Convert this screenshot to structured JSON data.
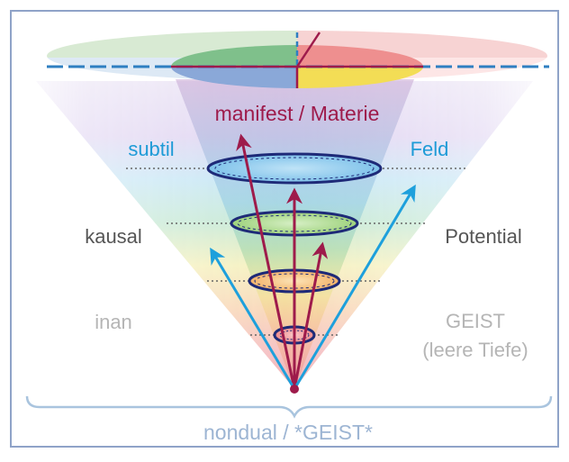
{
  "labels": {
    "manifest": "manifest / Materie",
    "subtil": "subtil",
    "feld": "Feld",
    "kausal": "kausal",
    "potential": "Potential",
    "inan": "inan",
    "geist": "GEIST",
    "leere_tiefe": "(leere Tiefe)",
    "nondual": "nondual / *GEIST*"
  },
  "colors": {
    "frame": "#8FA3C8",
    "cyan_text": "#1E9BD7",
    "dark_gray_text": "#555555",
    "light_gray_text": "#B5B5B5",
    "maroon": "#9E1B4B",
    "blue_arrow": "#1EA0DC",
    "brace": "#A9C4DE",
    "nondual_text": "#9DB5D3",
    "ring": "#1E2A78"
  },
  "icons": {
    "origin": "point-dot-icon",
    "arrows": "arrow-icon",
    "rings": "ring-icon",
    "brace": "curly-brace-icon"
  }
}
